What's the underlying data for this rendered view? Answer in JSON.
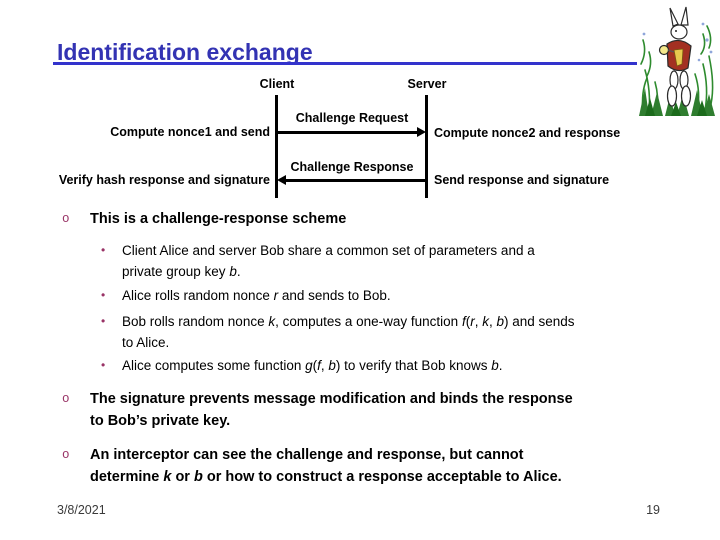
{
  "slide": {
    "title": "Identification exchange",
    "footer": {
      "date": "3/8/2021",
      "page_number": "19"
    }
  },
  "colors": {
    "title_text": "#3333B3",
    "title_underline": "#3333CC",
    "bullet_marker": "#993366",
    "body_text": "#000000",
    "footer_text": "#3A3A3A"
  },
  "diagram": {
    "client_label": "Client",
    "server_label": "Server",
    "request_arrow_label": "Challenge Request",
    "response_arrow_label": "Challenge Response",
    "client_action_top": "Compute nonce1 and send",
    "server_action_top": "Compute nonce2 and response",
    "client_action_bottom": "Verify hash response and signature",
    "server_action_bottom": "Send response and signature"
  },
  "bullets": {
    "level1_marker": "o",
    "sub_marker": "•",
    "b1": {
      "text": "This is a challenge-response scheme",
      "sub": [
        {
          "segments": [
            {
              "t": "Client Alice and server Bob share a common set of parameters and a"
            },
            {
              "br": true
            },
            {
              "t": "private group key "
            },
            {
              "t": "b",
              "i": true
            },
            {
              "t": "."
            }
          ]
        },
        {
          "segments": [
            {
              "t": "Alice rolls random nonce "
            },
            {
              "t": "r",
              "i": true
            },
            {
              "t": " and sends to Bob."
            }
          ]
        },
        {
          "segments": [
            {
              "t": "Bob rolls random nonce "
            },
            {
              "t": "k",
              "i": true
            },
            {
              "t": ", computes a one-way function "
            },
            {
              "t": "f",
              "i": true
            },
            {
              "t": "("
            },
            {
              "t": "r",
              "i": true
            },
            {
              "t": ", "
            },
            {
              "t": "k",
              "i": true
            },
            {
              "t": ", "
            },
            {
              "t": "b",
              "i": true
            },
            {
              "t": ") and sends"
            },
            {
              "br": true
            },
            {
              "t": "to Alice."
            }
          ]
        },
        {
          "segments": [
            {
              "t": "Alice computes some function "
            },
            {
              "t": "g",
              "i": true
            },
            {
              "t": "("
            },
            {
              "t": "f",
              "i": true
            },
            {
              "t": ", "
            },
            {
              "t": "b",
              "i": true
            },
            {
              "t": ") to verify that Bob knows "
            },
            {
              "t": "b",
              "i": true
            },
            {
              "t": "."
            }
          ]
        }
      ]
    },
    "b2": {
      "segments": [
        {
          "t": "The signature prevents message modification and binds the response"
        },
        {
          "br": true
        },
        {
          "t": "to Bob’s private key."
        }
      ]
    },
    "b3": {
      "segments": [
        {
          "t": "An interceptor can see the challenge and response, but cannot"
        },
        {
          "br": true
        },
        {
          "t": "determine "
        },
        {
          "t": "k",
          "i": true
        },
        {
          "t": " or "
        },
        {
          "t": "b",
          "i": true
        },
        {
          "t": " or how to construct a response acceptable to Alice."
        }
      ]
    }
  },
  "icons": {
    "decoration": "white-rabbit-illustration"
  }
}
